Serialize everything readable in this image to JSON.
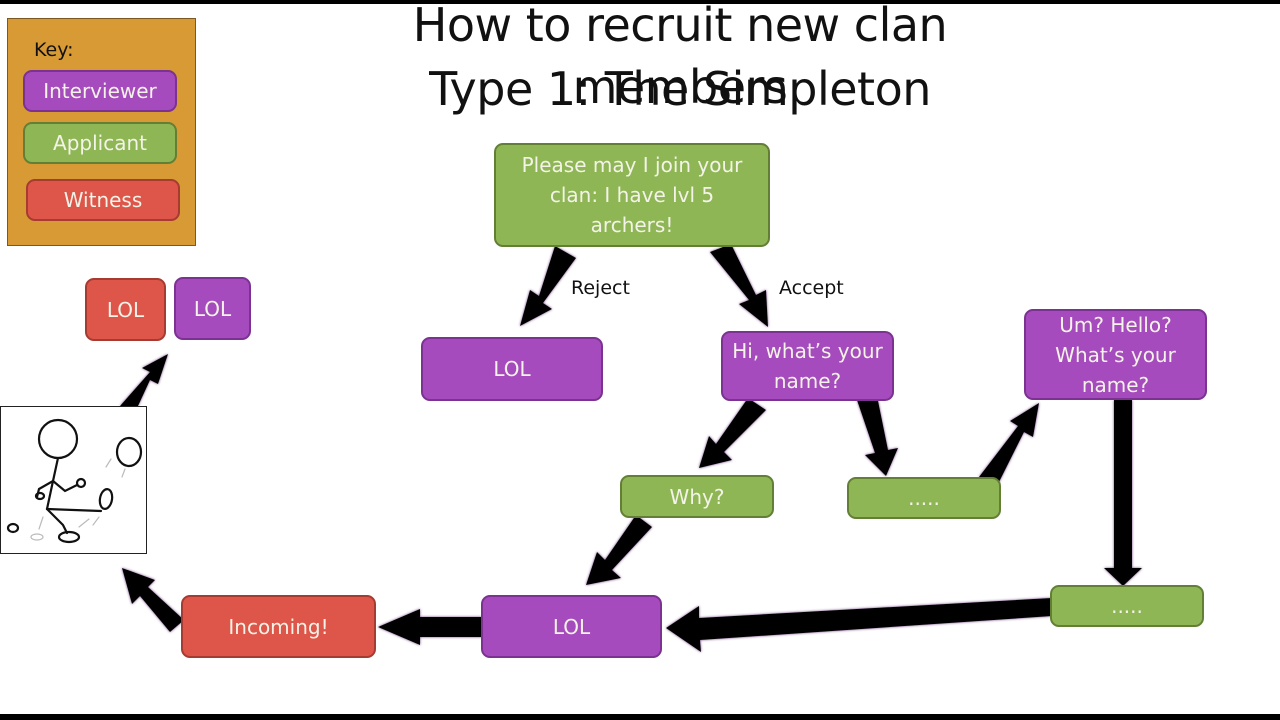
{
  "title": {
    "line1": "How to recruit new clan members",
    "line2": "Type 1: The Simpleton"
  },
  "key": {
    "label": "Key:",
    "items": [
      {
        "label": "Interviewer",
        "role": "interviewer",
        "color": "#a64bbd"
      },
      {
        "label": "Applicant",
        "role": "applicant",
        "color": "#8fb655"
      },
      {
        "label": "Witness",
        "role": "witness",
        "color": "#de5549"
      }
    ],
    "background": "#d79a35"
  },
  "nodes": {
    "applicant_request": {
      "text": "Please may I join your clan: I have lvl 5 archers!",
      "role": "applicant"
    },
    "reject_lol": {
      "text": "LOL",
      "role": "interviewer"
    },
    "whats_your_name": {
      "text": "Hi, what’s your name?",
      "role": "interviewer"
    },
    "why": {
      "text": "Why?",
      "role": "applicant"
    },
    "silence_1": {
      "text": ".....",
      "role": "applicant"
    },
    "um_hello": {
      "text": "Um? Hello? What’s your name?",
      "role": "interviewer"
    },
    "silence_2": {
      "text": ".....",
      "role": "applicant"
    },
    "final_lol": {
      "text": "LOL",
      "role": "interviewer"
    },
    "incoming": {
      "text": "Incoming!",
      "role": "witness"
    },
    "witness_lol": {
      "text": "LOL",
      "role": "witness"
    },
    "interviewer_lol": {
      "text": "LOL",
      "role": "interviewer"
    }
  },
  "edge_labels": {
    "reject": "Reject",
    "accept": "Accept"
  },
  "edges": [
    {
      "from": "applicant_request",
      "to": "reject_lol",
      "label": "Reject"
    },
    {
      "from": "applicant_request",
      "to": "whats_your_name",
      "label": "Accept"
    },
    {
      "from": "whats_your_name",
      "to": "why"
    },
    {
      "from": "whats_your_name",
      "to": "silence_1"
    },
    {
      "from": "silence_1",
      "to": "um_hello"
    },
    {
      "from": "um_hello",
      "to": "silence_2"
    },
    {
      "from": "why",
      "to": "final_lol"
    },
    {
      "from": "silence_2",
      "to": "final_lol"
    },
    {
      "from": "final_lol",
      "to": "incoming"
    },
    {
      "from": "incoming",
      "to": "kick_sketch"
    },
    {
      "from": "kick_sketch",
      "to": "witness_lol"
    }
  ],
  "sketch": {
    "description": "stick figure kicking a ball",
    "icon": "stick-figure-kick-icon"
  }
}
